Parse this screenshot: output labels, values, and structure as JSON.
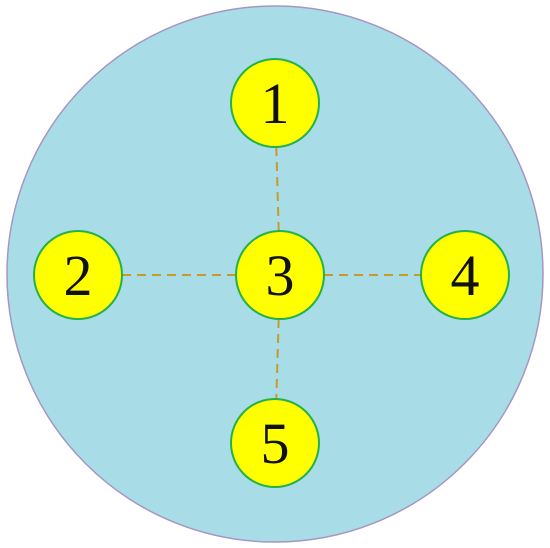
{
  "colors": {
    "outer_fill": "#a8dde8",
    "outer_stroke": "#a596c4",
    "node_fill": "#ffff00",
    "node_stroke": "#22b14c",
    "connector": "#c89a2c"
  },
  "nodes": [
    {
      "id": "1",
      "label": "1"
    },
    {
      "id": "2",
      "label": "2"
    },
    {
      "id": "3",
      "label": "3"
    },
    {
      "id": "4",
      "label": "4"
    },
    {
      "id": "5",
      "label": "5"
    }
  ],
  "connections": [
    {
      "from": "3",
      "to": "1"
    },
    {
      "from": "3",
      "to": "2"
    },
    {
      "from": "3",
      "to": "4"
    },
    {
      "from": "3",
      "to": "5"
    }
  ]
}
